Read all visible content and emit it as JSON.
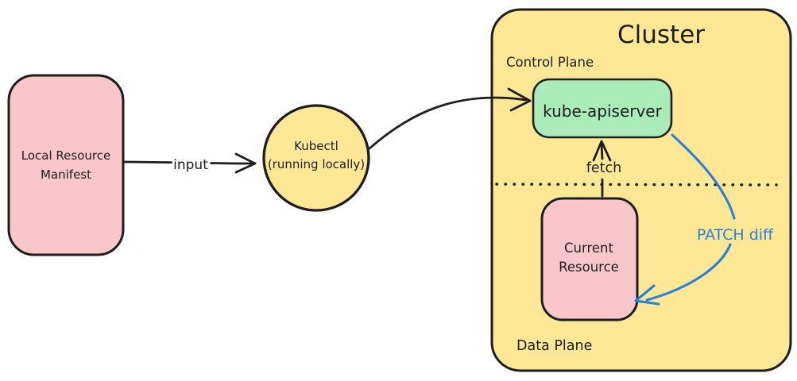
{
  "diagram": {
    "type": "flow-diagram",
    "nodes": {
      "local_manifest": {
        "line1": "Local Resource",
        "line2": "Manifest"
      },
      "kubectl": {
        "line1": "Kubectl",
        "line2": "(running locally)"
      },
      "kube_apiserver": {
        "label": "kube-apiserver"
      },
      "current_resource": {
        "line1": "Current",
        "line2": "Resource"
      }
    },
    "cluster": {
      "title": "Cluster",
      "control_plane_label": "Control Plane",
      "data_plane_label": "Data Plane"
    },
    "edges": {
      "input": {
        "label": "input"
      },
      "fetch": {
        "label": "fetch"
      },
      "patch_diff": {
        "label": "PATCH diff"
      }
    },
    "colors": {
      "pink": "#f9c6ca",
      "yellow": "#ffe895",
      "green": "#a9ecba",
      "blue": "#2b7fd9",
      "stroke": "#1e1e1e",
      "background": "#ffffff"
    }
  }
}
